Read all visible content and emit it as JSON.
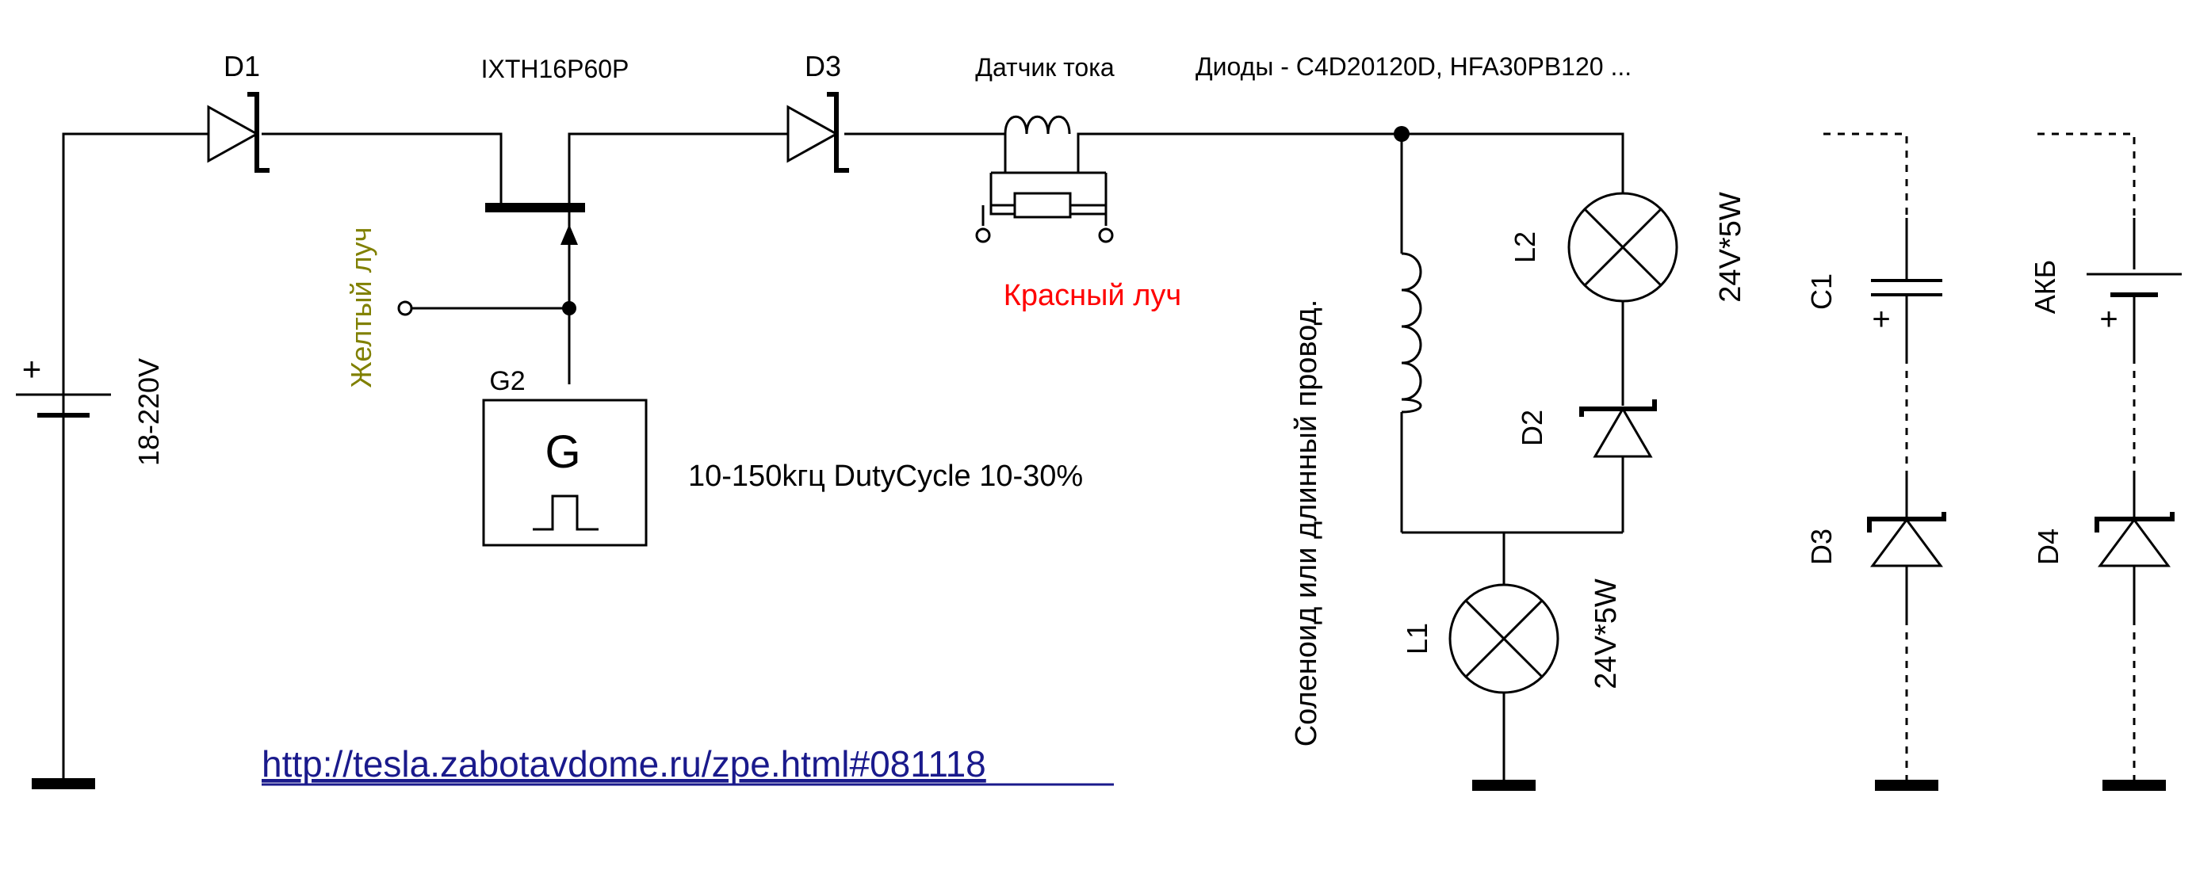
{
  "labels": {
    "d1": "D1",
    "mosfet": "IXTH16P60P",
    "d3_top": "D3",
    "current_sensor": "Датчик тока",
    "diodes_note": "Диоды  - C4D20120D, HFA30PB120 ...",
    "yellow_beam": "Желтый луч",
    "red_beam": "Красный луч",
    "generator_name": "G2",
    "generator_symbol": "G",
    "frequency_note": "10-150kгц DutyCycle 10-30%",
    "battery_plus": "+",
    "battery_voltage": "18-220V",
    "solenoid_note": "Соленоид или длинный провод.",
    "l2": "L2",
    "l2_rating": "24V*5W",
    "d2": "D2",
    "l1": "L1",
    "l1_rating": "24V*5W",
    "c1": "C1",
    "c1_plus": "+",
    "d3_right": "D3",
    "akb": "АКБ",
    "akb_plus": "+",
    "d4": "D4",
    "url": "http://tesla.zabotavdome.ru/zpe.html#081118"
  },
  "colors": {
    "wire": "#000000",
    "yellow_beam": "#808000",
    "red_beam": "#ff0000",
    "link": "#1a1a8c"
  }
}
